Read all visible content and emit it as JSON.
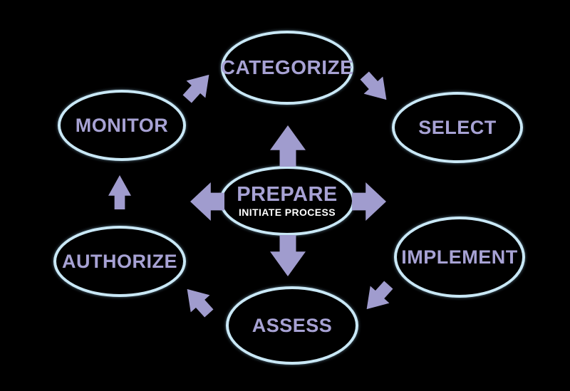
{
  "diagram": {
    "type": "cycle-diagram",
    "center": {
      "label": "PREPARE",
      "sublabel": "INITIATE PROCESS"
    },
    "nodes": [
      {
        "id": "categorize",
        "label": "CATEGORIZE"
      },
      {
        "id": "select",
        "label": "SELECT"
      },
      {
        "id": "implement",
        "label": "IMPLEMENT"
      },
      {
        "id": "assess",
        "label": "ASSESS"
      },
      {
        "id": "authorize",
        "label": "AUTHORIZE"
      },
      {
        "id": "monitor",
        "label": "MONITOR"
      }
    ],
    "flow": [
      "CATEGORIZE -> SELECT",
      "IMPLEMENT -> ASSESS",
      "ASSESS -> AUTHORIZE",
      "AUTHORIZE -> MONITOR",
      "MONITOR -> CATEGORIZE",
      "PREPARE -> up/down/left/right"
    ],
    "colors": {
      "background": "#000000",
      "ellipse_stroke": "#c9e8f6",
      "arrow_fill": "#a09cce",
      "label_text": "#a7a2d4",
      "sublabel_text": "#ffffff"
    }
  }
}
